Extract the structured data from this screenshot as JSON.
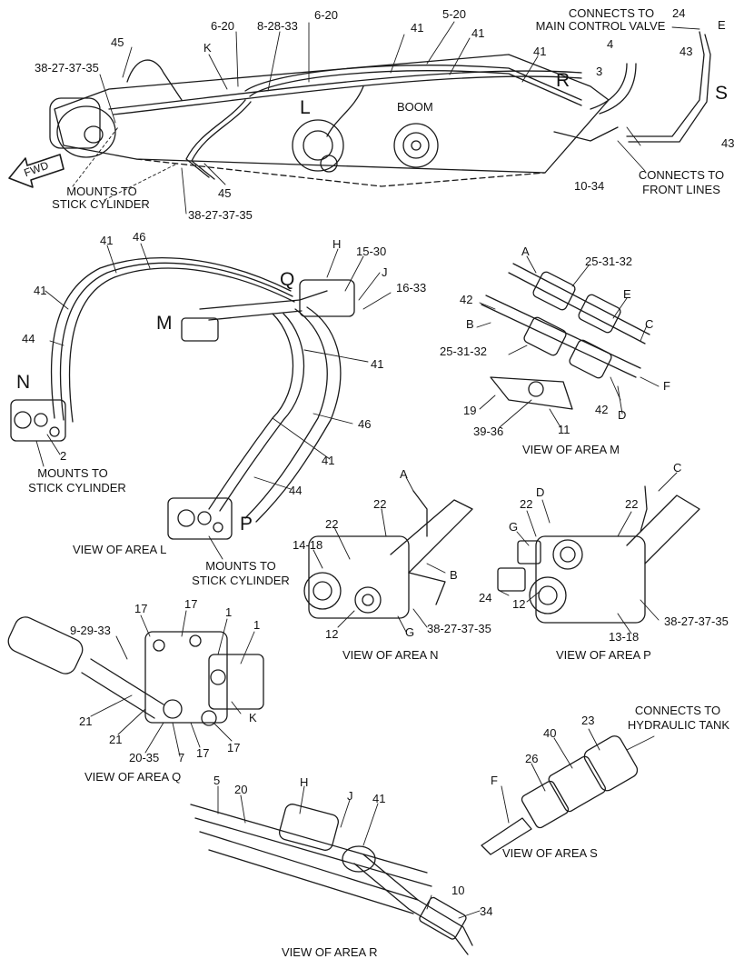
{
  "stroke_color": "#1a1a1a",
  "main": {
    "fwd": "FWD",
    "boom": "BOOM",
    "connects_main_1": "CONNECTS TO",
    "connects_main_2": "MAIN CONTROL VALVE",
    "connects_front_1": "CONNECTS TO",
    "connects_front_2": "FRONT LINES",
    "mounts_1": "MOUNTS TO",
    "mounts_2": "STICK CYLINDER",
    "area_L": "L",
    "area_R": "R",
    "area_S": "S",
    "p_45a": "45",
    "p_38a": "38-27-37-35",
    "p_k": "K",
    "p_620a": "6-20",
    "p_82833": "8-28-33",
    "p_620b": "6-20",
    "p_41a": "41",
    "p_520": "5-20",
    "p_41b": "41",
    "p_41c": "41",
    "p_4": "4",
    "p_3": "3",
    "p_24": "24",
    "p_e": "E",
    "p_43a": "43",
    "p_43b": "43",
    "p_1034": "10-34",
    "p_45b": "45",
    "p_38b": "38-27-37-35"
  },
  "view_l": {
    "caption": "VIEW OF AREA L",
    "mounts_n_1": "MOUNTS TO",
    "mounts_n_2": "STICK CYLINDER",
    "mounts_p_1": "MOUNTS TO",
    "mounts_p_2": "STICK CYLINDER",
    "area_N": "N",
    "area_M": "M",
    "area_Q": "Q",
    "area_P": "P",
    "p_41a": "41",
    "p_46a": "46",
    "p_h": "H",
    "p_1530": "15-30",
    "p_j": "J",
    "p_1633": "16-33",
    "p_41b": "41",
    "p_44a": "44",
    "p_41c": "41",
    "p_46b": "46",
    "p_41d": "41",
    "p_44b": "44",
    "p_2": "2"
  },
  "view_m": {
    "caption": "VIEW OF AREA M",
    "p_a": "A",
    "p_253132a": "25-31-32",
    "p_42a": "42",
    "p_e": "E",
    "p_b": "B",
    "p_c": "C",
    "p_253132b": "25-31-32",
    "p_f": "F",
    "p_19": "19",
    "p_42b": "42",
    "p_d": "D",
    "p_3936": "39-36",
    "p_11": "11"
  },
  "view_n": {
    "caption": "VIEW OF AREA N",
    "p_a": "A",
    "p_22a": "22",
    "p_22b": "22",
    "p_1418": "14-18",
    "p_b": "B",
    "p_12": "12",
    "p_g": "G",
    "p_38": "38-27-37-35"
  },
  "view_p": {
    "caption": "VIEW OF AREA P",
    "p_c": "C",
    "p_d": "D",
    "p_22a": "22",
    "p_22b": "22",
    "p_g": "G",
    "p_24": "24",
    "p_12": "12",
    "p_38": "38-27-37-35",
    "p_1318": "13-18"
  },
  "view_q": {
    "caption": "VIEW OF AREA Q",
    "p_17a": "17",
    "p_17b": "17",
    "p_1a": "1",
    "p_92933": "9-29-33",
    "p_1b": "1",
    "p_21a": "21",
    "p_k": "K",
    "p_21b": "21",
    "p_2035": "20-35",
    "p_7": "7",
    "p_17c": "17",
    "p_17d": "17"
  },
  "view_s": {
    "caption": "VIEW OF AREA S",
    "connects_1": "CONNECTS TO",
    "connects_2": "HYDRAULIC TANK",
    "p_23": "23",
    "p_40": "40",
    "p_26": "26",
    "p_f": "F"
  },
  "view_r": {
    "caption": "VIEW OF AREA R",
    "p_5": "5",
    "p_20": "20",
    "p_h": "H",
    "p_j": "J",
    "p_41": "41",
    "p_10": "10",
    "p_34": "34"
  }
}
